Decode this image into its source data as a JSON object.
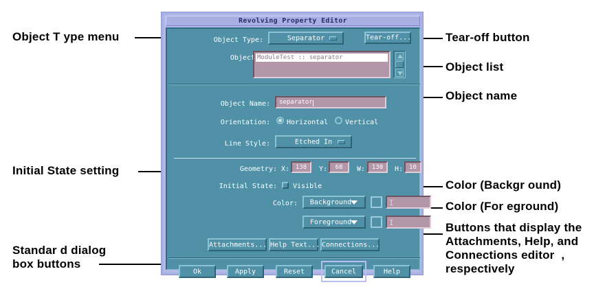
{
  "window": {
    "title": "Revolving Property Editor",
    "menu_button_icon": "window-menu-icon"
  },
  "form": {
    "object_type": {
      "label": "Object Type:",
      "value": "Separator"
    },
    "tear_off": {
      "label": "Tear-off..."
    },
    "objects": {
      "label": "Objects:",
      "items": [
        "ModuleTest :: separator"
      ],
      "selected": "ModuleTest :: separator"
    },
    "object_name": {
      "label": "Object Name:",
      "value": "separator"
    },
    "orientation": {
      "label": "Orientation:",
      "options": [
        "Horizontal",
        "Vertical"
      ],
      "selected": "Horizontal"
    },
    "line_style": {
      "label": "Line Style:",
      "value": "Etched In"
    },
    "geometry": {
      "label": "Geometry:",
      "fields": [
        {
          "label": "X:",
          "value": "138"
        },
        {
          "label": "Y:",
          "value": "68"
        },
        {
          "label": "W:",
          "value": "130"
        },
        {
          "label": "H:",
          "value": "10"
        }
      ]
    },
    "initial_state": {
      "label": "Initial State:",
      "checkbox_label": "Visible",
      "checked": false
    },
    "color": {
      "label": "Color:",
      "rows": [
        {
          "menu": "Background",
          "value": ""
        },
        {
          "menu": "Foreground",
          "value": ""
        }
      ]
    },
    "editor_buttons": [
      {
        "label": "Attachments..."
      },
      {
        "label": "Help Text..."
      },
      {
        "label": "Connections..."
      }
    ],
    "dialog_buttons": [
      {
        "label": "Ok",
        "default": false
      },
      {
        "label": "Apply",
        "default": false
      },
      {
        "label": "Reset",
        "default": false
      },
      {
        "label": "Cancel",
        "default": true
      },
      {
        "label": "Help",
        "default": false
      }
    ]
  },
  "annotations": {
    "left": [
      {
        "text": "Object T ype menu"
      },
      {
        "text": "Initial State setting"
      },
      {
        "line1": "Standar d dialog",
        "line2": "box buttons"
      }
    ],
    "right": [
      {
        "text": "Tear-off button"
      },
      {
        "text": "Object list"
      },
      {
        "text": "Object name"
      },
      {
        "text": "Color (Backgr ound)"
      },
      {
        "text": "Color (For eground)"
      },
      {
        "line1": "Buttons that display the",
        "line2": "Attachments, Help, and",
        "line3": "Connections editor  ,",
        "line4": "respectively"
      }
    ]
  },
  "colors": {
    "frame": "#a9b0e4",
    "client": "#5191a8",
    "field": "#b396a8",
    "text": "#ffffff",
    "annotation": "#000000"
  }
}
